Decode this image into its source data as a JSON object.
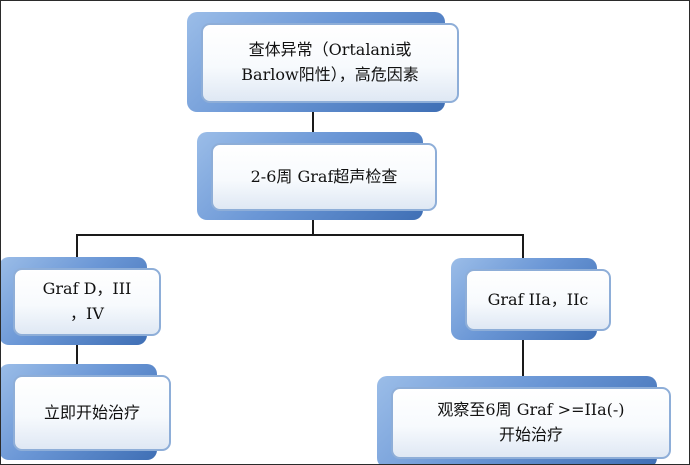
{
  "diagram": {
    "title_implied": "Graf超声筛查流程",
    "colors": {
      "shadow_blue_light": "#9bbde8",
      "shadow_blue_dark": "#3f6fb5",
      "box_border": "#8eaed8",
      "box_fill_top": "#ffffff",
      "box_fill_bottom": "#dfe8f4",
      "connector": "#1a1a1a"
    },
    "nodes": {
      "exam": {
        "line1": "查体异常（Ortalani或",
        "line2": "Barlow阳性），高危因素"
      },
      "ultrasound": {
        "line1": "2-6周  Graf超声检查",
        "line2": ""
      },
      "graf_severe": {
        "line1": "Graf D，III",
        "line2": "，IV"
      },
      "graf_mild": {
        "line1": "Graf IIa，IIc",
        "line2": ""
      },
      "treat_now": {
        "line1": "立即开始治疗",
        "line2": ""
      },
      "observe": {
        "line1": "观察至6周  Graf >=IIa(-)",
        "line2": "开始治疗"
      }
    }
  }
}
